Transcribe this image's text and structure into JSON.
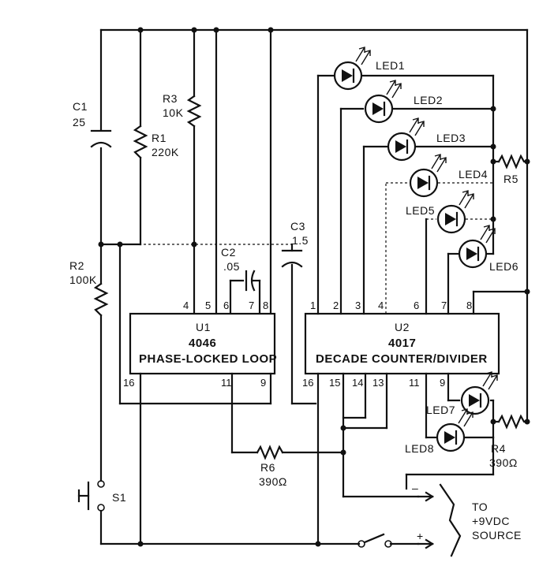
{
  "components": {
    "c1": {
      "ref": "C1",
      "value": "25"
    },
    "r1": {
      "ref": "R1",
      "value": "220K"
    },
    "r2": {
      "ref": "R2",
      "value": "100K"
    },
    "r3": {
      "ref": "R3",
      "value": "10K"
    },
    "c2": {
      "ref": "C2",
      "value": ".05"
    },
    "c3": {
      "ref": "C3",
      "value": "1.5"
    },
    "r4": {
      "ref": "R4",
      "value": "390Ω"
    },
    "r5": {
      "ref": "R5"
    },
    "r6": {
      "ref": "R6",
      "value": "390Ω"
    },
    "s1": {
      "ref": "S1"
    }
  },
  "ics": {
    "u1": {
      "ref": "U1",
      "part": "4046",
      "desc": "PHASE-LOCKED LOOP",
      "pins_top": [
        "4",
        "5",
        "6",
        "7",
        "8"
      ],
      "pins_bottom": [
        "16",
        "11",
        "9"
      ]
    },
    "u2": {
      "ref": "U2",
      "part": "4017",
      "desc": "DECADE COUNTER/DIVIDER",
      "pins_top": [
        "1",
        "2",
        "3",
        "4",
        "6",
        "7",
        "8"
      ],
      "pins_bottom": [
        "16",
        "15",
        "14",
        "13",
        "11",
        "9"
      ]
    }
  },
  "leds": [
    "LED1",
    "LED2",
    "LED3",
    "LED4",
    "LED5",
    "LED6",
    "LED7",
    "LED8"
  ],
  "source": {
    "line1": "TO",
    "line2": "+9VDC",
    "line3": "SOURCE",
    "minus": "–",
    "plus": "+"
  }
}
